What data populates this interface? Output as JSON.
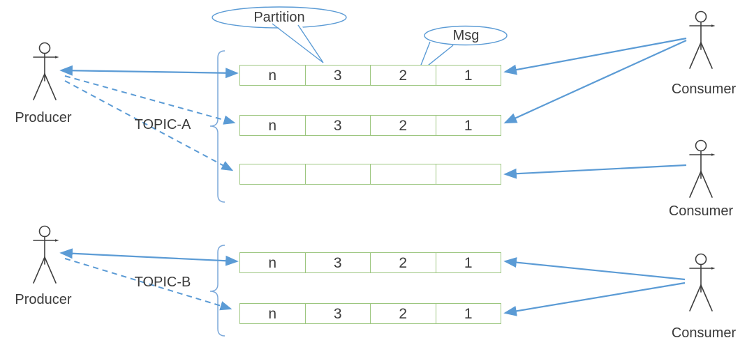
{
  "callouts": {
    "partition": "Partition",
    "msg": "Msg"
  },
  "producers": [
    {
      "label": "Producer"
    },
    {
      "label": "Producer"
    }
  ],
  "consumers": [
    {
      "label": "Consumer"
    },
    {
      "label": "Consumer"
    },
    {
      "label": "Consumer"
    }
  ],
  "topics": [
    {
      "label": "TOPIC-A",
      "partitions": [
        {
          "cells": [
            "n",
            "3",
            "2",
            "1"
          ]
        },
        {
          "cells": [
            "n",
            "3",
            "2",
            "1"
          ]
        },
        {
          "cells": [
            "",
            "",
            "",
            ""
          ]
        }
      ]
    },
    {
      "label": "TOPIC-B",
      "partitions": [
        {
          "cells": [
            "n",
            "3",
            "2",
            "1"
          ]
        },
        {
          "cells": [
            "n",
            "3",
            "2",
            "1"
          ]
        }
      ]
    }
  ],
  "colors": {
    "arrow_blue": "#5B9BD5",
    "box_green": "#9CC67F",
    "text_dark": "#3B3B3B"
  }
}
